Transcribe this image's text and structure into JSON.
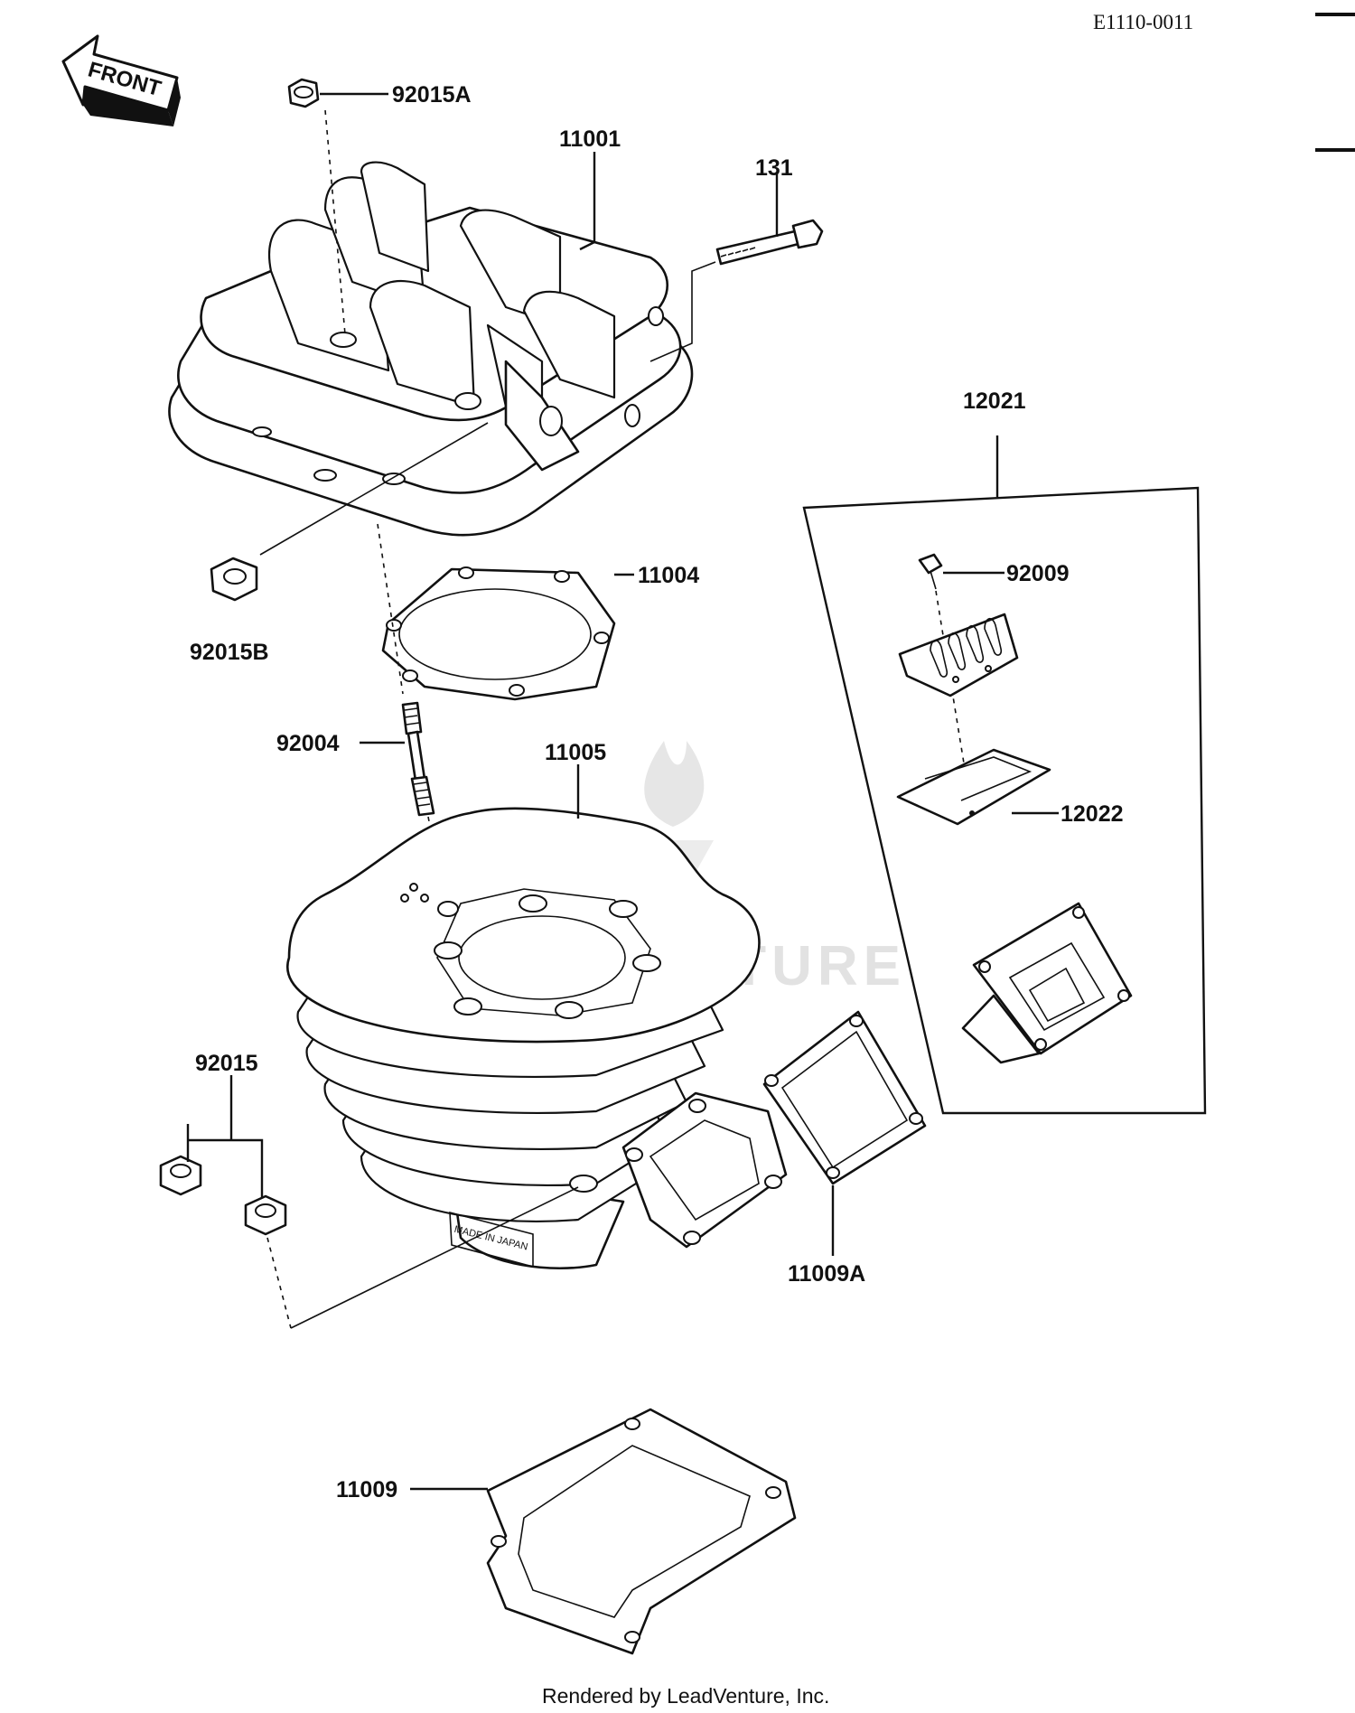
{
  "diagram_code": "E1110-0011",
  "front_label": "FRONT",
  "footer_text": "Rendered by LeadVenture, Inc.",
  "watermark_text": "LEADVENTURE",
  "parts": {
    "p92015A": "92015A",
    "p11001": "11001",
    "p131": "131",
    "p12021": "12021",
    "p92009": "92009",
    "p11004": "11004",
    "p92015B": "92015B",
    "p92004": "92004",
    "p11005": "11005",
    "p12022": "12022",
    "p92015": "92015",
    "p11009A": "11009A",
    "p11009": "11009"
  }
}
